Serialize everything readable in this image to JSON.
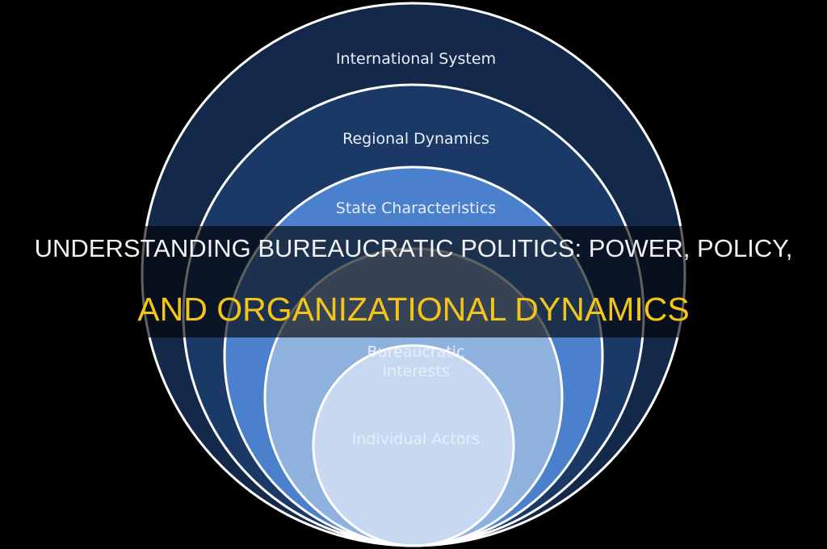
{
  "diagram": {
    "layers": [
      {
        "label": "International System",
        "color": "#14294a"
      },
      {
        "label": "Regional Dynamics",
        "color": "#1b3966"
      },
      {
        "label": "State Characteristics",
        "color": "#4a80cc"
      },
      {
        "label": "Bureaucratic",
        "label2": "Interests",
        "color": "#8fb1de"
      },
      {
        "label": "Individual Actors",
        "color": "#c6d9f1"
      }
    ],
    "stroke_color": "#ffffff"
  },
  "banner": {
    "line1": "UNDERSTANDING BUREAUCRATIC POLITICS: POWER, POLICY,",
    "line2": "AND ORGANIZATIONAL DYNAMICS",
    "line1_color": "#f2f2f2",
    "line2_color": "#f5c419"
  }
}
